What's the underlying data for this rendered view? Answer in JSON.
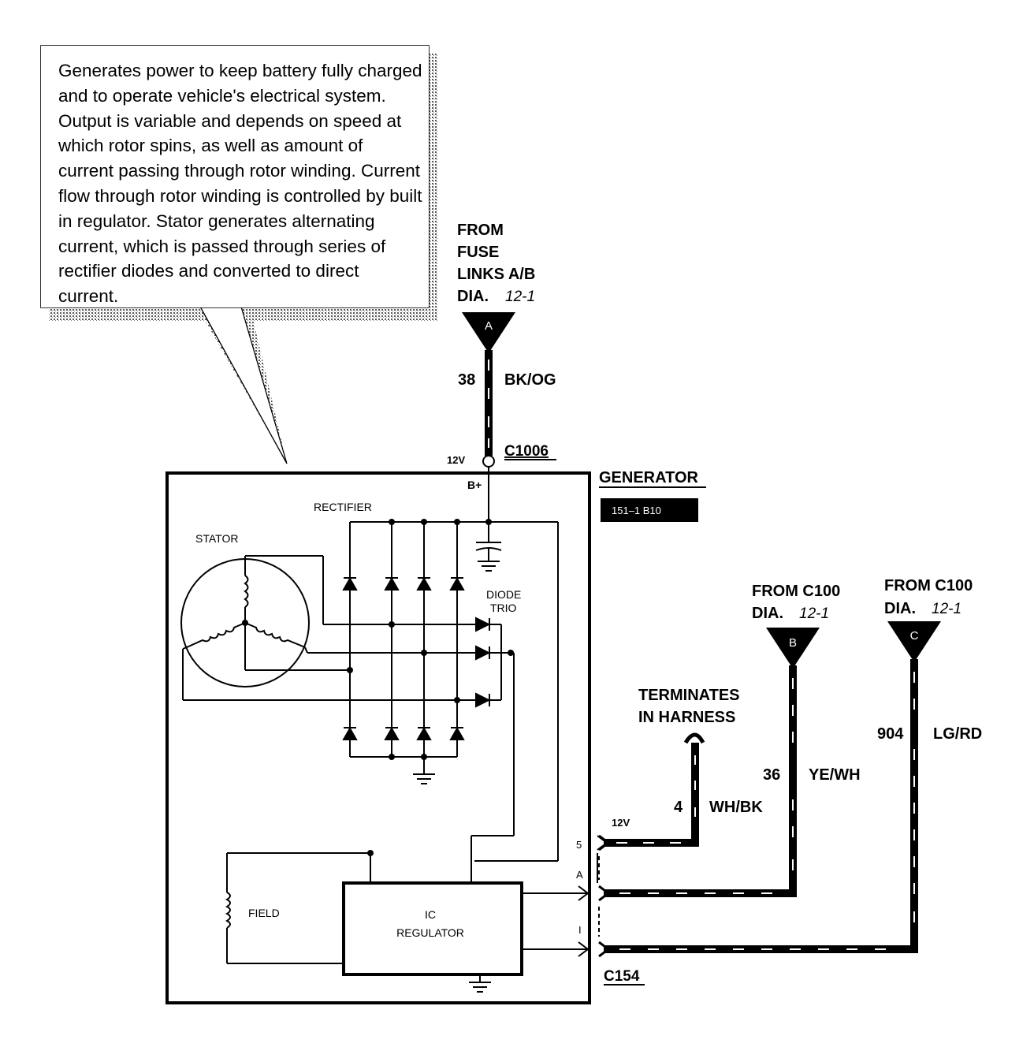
{
  "callout": {
    "text": "Generates power to keep battery fully charged and to operate vehicle's electrical system.  Output is variable and depends on speed at which rotor spins, as well as amount of current passing through rotor winding.  Current flow through rotor winding is controlled by built in regulator.  Stator generates alternating current, which is passed through series of rectifier diodes and converted to direct current."
  },
  "connector_a": {
    "from_line1": "FROM",
    "from_line2": "FUSE",
    "from_line3": "LINKS A/B",
    "dia_label": "DIA.",
    "dia_ref": "12-1",
    "letter": "A",
    "circuit": "38",
    "color": "BK/OG"
  },
  "connector_b": {
    "from_line1": "FROM C100",
    "dia_label": "DIA.",
    "dia_ref": "12-1",
    "letter": "B",
    "circuit": "36",
    "color": "YE/WH"
  },
  "connector_c": {
    "from_line1": "FROM C100",
    "dia_label": "DIA.",
    "dia_ref": "12-1",
    "letter": "C",
    "circuit": "904",
    "color": "LG/RD"
  },
  "terminates": {
    "line1": "TERMINATES",
    "line2": "IN HARNESS",
    "circuit": "4",
    "color": "WH/BK",
    "voltage": "12V"
  },
  "generator": {
    "title": "GENERATOR",
    "code": "151–1 B10",
    "top_connector": "C1006",
    "top_voltage": "12V",
    "bplus": "B+",
    "bottom_connector": "C154",
    "pin_5": "5",
    "pin_a": "A",
    "pin_i": "I",
    "rectifier": "RECTIFIER",
    "stator": "STATOR",
    "diode_line1": "DIODE",
    "diode_line2": "TRIO",
    "field": "FIELD",
    "reg_line1": "IC",
    "reg_line2": "REGULATOR"
  }
}
